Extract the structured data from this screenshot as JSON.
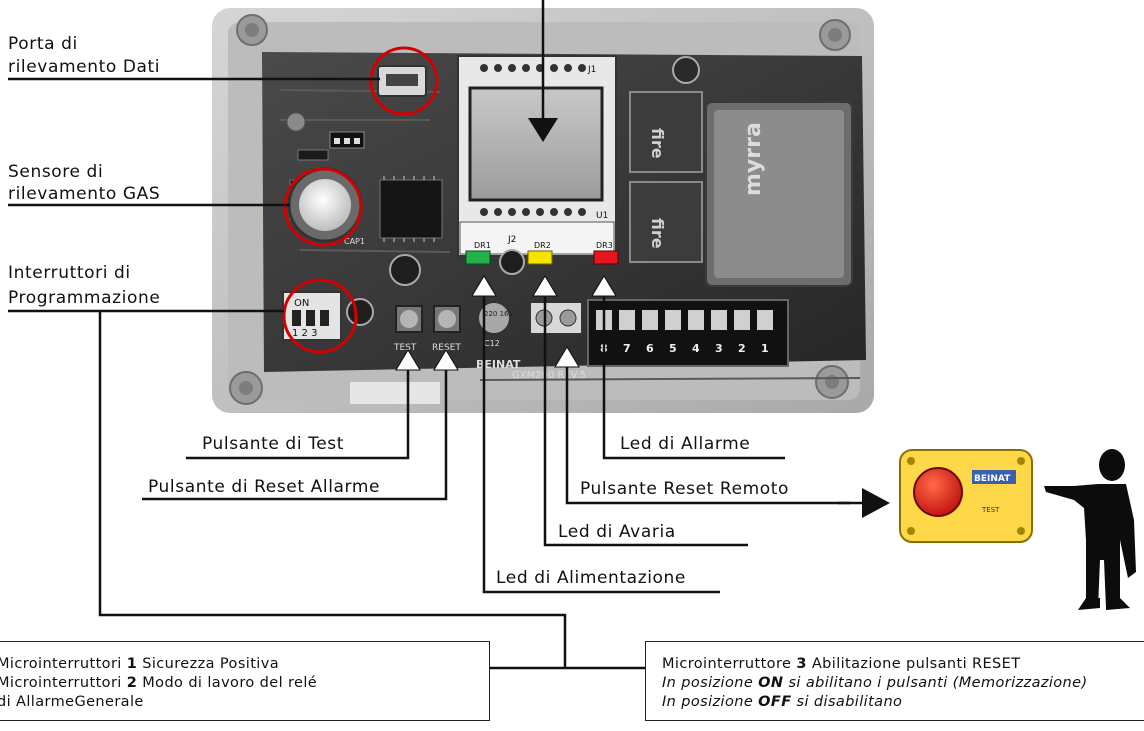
{
  "labels": {
    "data_port_line1": "Porta di",
    "data_port_line2": "rilevamento Dati",
    "gas_sensor_line1": "Sensore di",
    "gas_sensor_line2": "rilevamento GAS",
    "switches_line1": "Interruttori di",
    "switches_line2": "Programmazione",
    "test_button": "Pulsante di Test",
    "reset_alarm_button": "Pulsante di Reset Allarme",
    "alarm_led": "Led di Allarme",
    "remote_reset": "Pulsante Reset Remoto",
    "fault_led": "Led di Avaria",
    "power_led": "Led di Alimentazione"
  },
  "board": {
    "terminal_numbers": [
      "8",
      "7",
      "6",
      "5",
      "4",
      "3",
      "2",
      "1"
    ],
    "silkscreen_mfr": "BEINAT",
    "silkscreen_model": "GXM200 REV.5",
    "dip_on_label": "ON",
    "dip_numbers": "1 2 3",
    "transformer_brand": "myrra",
    "button_labels": [
      "TEST",
      "RESET"
    ],
    "capacitor_text": "220 16V",
    "chip_labels": [
      "J1",
      "J2",
      "U1",
      "DR1",
      "DR2",
      "DR3",
      "CAP1",
      "C12"
    ]
  },
  "remote_box": {
    "brand": "BEINAT",
    "caption": "TEST"
  },
  "notes": {
    "left": {
      "l1_pre": "Microinterruttori ",
      "l1_num": "1",
      "l1_post": " Sicurezza Positiva",
      "l2_pre": "Microinterruttori ",
      "l2_num": "2",
      "l2_post": " Modo di lavoro del relé",
      "l3": "di AllarmeGenerale"
    },
    "right": {
      "l1_pre": "Microinterruttore ",
      "l1_num": "3",
      "l1_post": " Abilitazione  pulsanti RESET",
      "l2_pre": "In posizione ",
      "l2_kw": "ON",
      "l2_post": " si abilitano i pulsanti (Memorizzazione)",
      "l3_pre": "In posizione ",
      "l3_kw": "OFF",
      "l3_post": " si disabilitano"
    }
  },
  "colors": {
    "led_green": "#22b14c",
    "led_yellow": "#f6e300",
    "led_red": "#e8141e",
    "callout_circle": "#d40000",
    "remote_box": "#ffd84a",
    "remote_button": "#e8201a"
  }
}
